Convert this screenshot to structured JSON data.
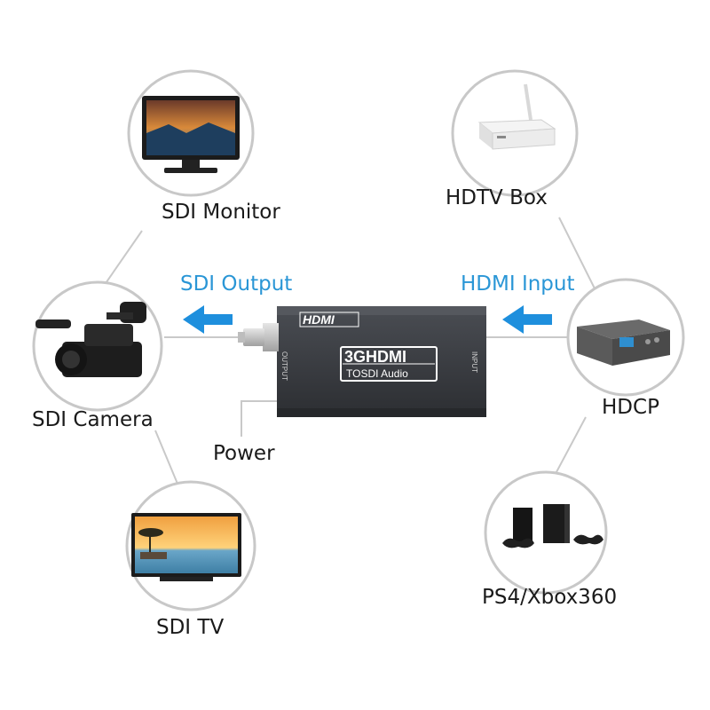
{
  "device": {
    "brand": "HDMI",
    "model_top": "3GHDMI",
    "model_bottom": "TOSDI Audio",
    "port_output": "OUTPUT",
    "port_input": "INPUT"
  },
  "labels": {
    "sdi_output": "SDI Output",
    "hdmi_input": "HDMI Input",
    "power": "Power"
  },
  "nodes": {
    "sdi_monitor": "SDI Monitor",
    "sdi_camera": "SDI Camera",
    "sdi_tv": "SDI TV",
    "hdtv_box": "HDTV Box",
    "hdcp": "HDCP",
    "ps4_xbox": "PS4/Xbox360"
  },
  "colors": {
    "accent_blue": "#2a96d6",
    "arrow_blue": "#1e8fdd",
    "device_body": "#3a3d42",
    "circle_stroke": "#c8c8c8"
  }
}
